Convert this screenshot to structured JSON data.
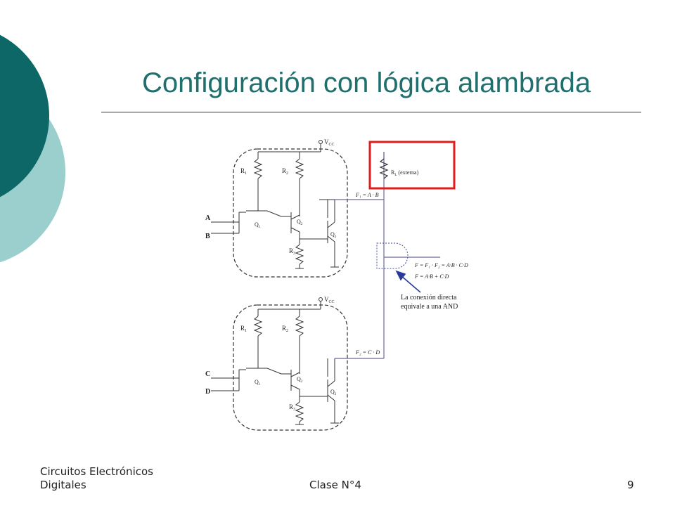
{
  "slide": {
    "title": "Configuración con lógica alambrada",
    "footer_left_line1": "Circuitos Electrónicos",
    "footer_left_line2": "Digitales",
    "footer_center": "Clase N°4",
    "page_number": "9",
    "colors": {
      "dark_teal": "#0c6766",
      "light_teal": "#9acfcd",
      "title": "#1f6f6c",
      "highlight": "#e01b1b",
      "wire": "#6a6a9a",
      "arrow": "#2a3a9a"
    }
  },
  "diagram": {
    "vcc_top": "V",
    "vcc_top_sub": "CC",
    "vcc_bottom": "V",
    "vcc_bottom_sub": "CC",
    "resistor_labels_top": [
      "R",
      "R",
      "R"
    ],
    "resistor_subs_top": [
      "1",
      "2",
      "3"
    ],
    "resistor_labels_bottom": [
      "R",
      "R",
      "R"
    ],
    "resistor_subs_bottom": [
      "1",
      "2",
      "3"
    ],
    "transistor_labels_top": [
      "Q",
      "Q",
      "Q"
    ],
    "transistor_subs_top": [
      "1",
      "2",
      "3"
    ],
    "transistor_labels_bottom": [
      "Q",
      "Q",
      "Q"
    ],
    "transistor_subs_bottom": [
      "1",
      "2",
      "3"
    ],
    "input_a": "A",
    "input_b": "B",
    "input_c": "C",
    "input_d": "D",
    "rl_label": "R",
    "rl_sub": "L",
    "rl_note": "(externa)",
    "f1_label": "F₁ = A · B",
    "f2_label": "F₂ = C · D",
    "f_eq1": "F = F₁ · F₂ = A·B · C·D",
    "f_eq2": "F = A·B + C·D",
    "note_line1": "La conexión directa",
    "note_line2": "equivale a una AND"
  }
}
